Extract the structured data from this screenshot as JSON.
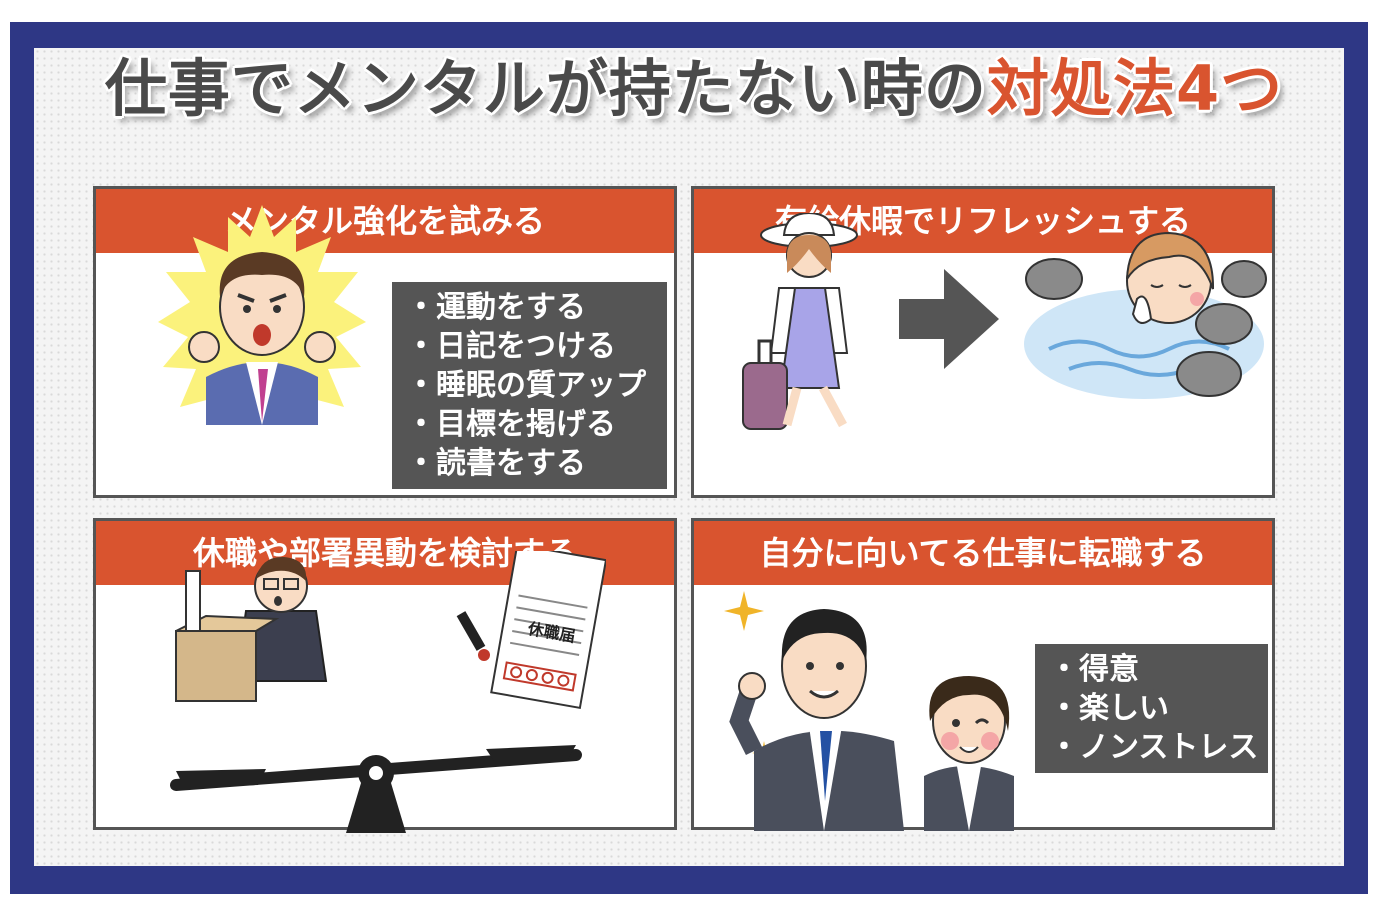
{
  "title": {
    "main": "仕事でメンタルが持たない時の",
    "accent": "対処法4つ"
  },
  "colors": {
    "frame": "#2e3785",
    "accent": "#d9542f",
    "list_bg": "#555555"
  },
  "panels": [
    {
      "heading": "メンタル強化を試みる",
      "items": [
        "運動をする",
        "日記をつける",
        "睡眠の質アップ",
        "目標を掲げる",
        "読書をする"
      ]
    },
    {
      "heading": "有給休暇でリフレッシュする",
      "items": []
    },
    {
      "heading": "休職や部署異動を検討する",
      "document_label": "休職届",
      "items": []
    },
    {
      "heading": "自分に向いてる仕事に転職する",
      "items": [
        "得意",
        "楽しい",
        "ノンストレス"
      ]
    }
  ]
}
